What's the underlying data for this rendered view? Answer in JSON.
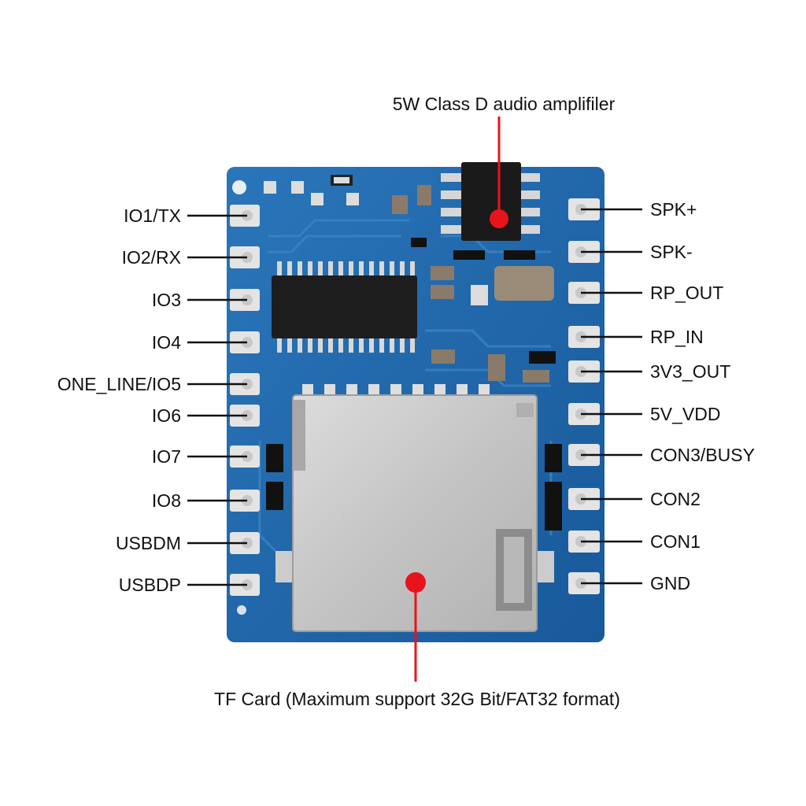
{
  "callouts": {
    "amplifier": "5W Class D audio amplifiler",
    "tf_card": "TF Card (Maximum support 32G Bit/FAT32 format)"
  },
  "left_pins": [
    "IO1/TX",
    "IO2/RX",
    "IO3",
    "IO4",
    "ONE_LINE/IO5",
    "IO6",
    "IO7",
    "IO8",
    "USBDM",
    "USBDP"
  ],
  "right_pins": [
    "SPK+",
    "SPK-",
    "RP_OUT",
    "RP_IN",
    "3V3_OUT",
    "5V_VDD",
    "CON3/BUSY",
    "CON2",
    "CON1",
    "GND"
  ],
  "colors": {
    "pcb": "#1f67a8",
    "pcb_dark": "#16548c",
    "pad": "#e4e4e4",
    "chip": "#1e1e1e",
    "card_slot": "#c9c9c9",
    "pointer": "#e8141c",
    "leader_line": "#111111"
  }
}
